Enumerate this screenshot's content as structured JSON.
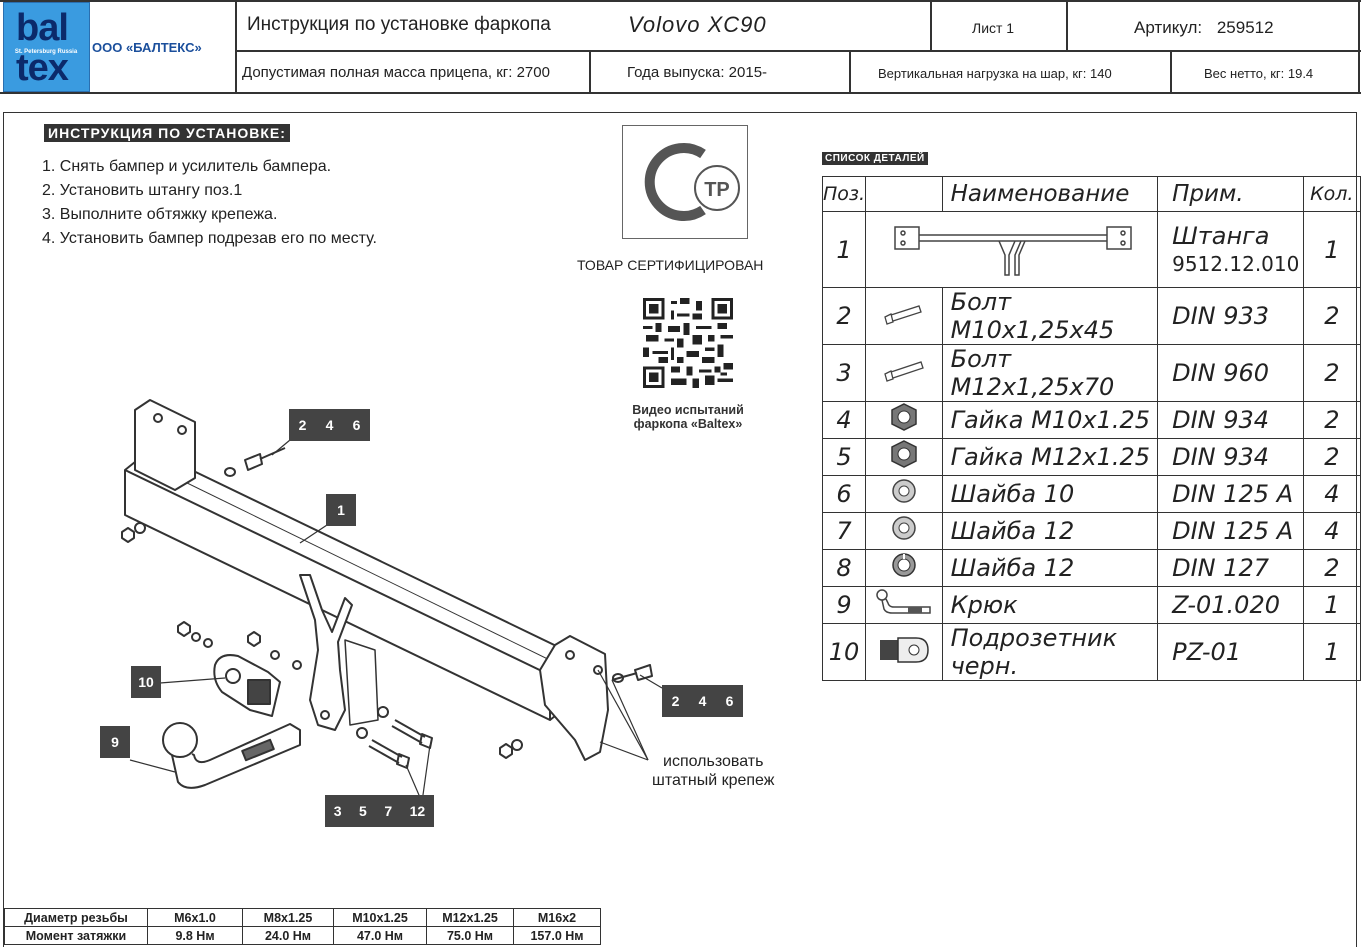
{
  "header": {
    "logo_top": "bal",
    "logo_mid": "St. Petersburg Russia",
    "logo_bottom": "tex",
    "company": "ООО «БАЛТЕКС»",
    "title": "Инструкция по установке фаркопа",
    "model": "Volovo XC90",
    "sheet": "Лист 1",
    "article_label": "Артикул:",
    "article_value": "259512",
    "max_mass": "Допустимая полная масса прицепа, кг: 2700",
    "year": "Года выпуска: 2015-",
    "vertical_load": "Вертикальная нагрузка на шар, кг: 140",
    "net_weight": "Вес нетто, кг: 19.4"
  },
  "instructions": {
    "title": "ИНСТРУКЦИЯ ПО УСТАНОВКЕ:",
    "steps": [
      "1. Снять бампер и усилитель бампера.",
      "2. Установить штангу поз.1",
      "3. Выполните обтяжку крепежа.",
      "4. Установить  бампер подрезав его по месту."
    ]
  },
  "certification": {
    "caption": "ТОВАР СЕРТИФИЦИРОВАН",
    "mark_letters": "ТР",
    "video_line1": "Видео испытаний",
    "video_line2": "фаркопа «Baltex»"
  },
  "parts": {
    "title": "СПИСОК ДЕТАЛЕЙ",
    "headers": {
      "pos": "Поз.",
      "name": "Наименование",
      "note": "Прим.",
      "qty": "Кол."
    },
    "rows": [
      {
        "pos": "1",
        "icon": "tow-bar-icon",
        "name": "",
        "note": "Штанга",
        "note2": "9512.12.010",
        "qty": "1"
      },
      {
        "pos": "2",
        "icon": "bolt-icon",
        "name": "Болт  М10х1,25х45",
        "note": "DIN 933",
        "qty": "2"
      },
      {
        "pos": "3",
        "icon": "bolt-icon",
        "name": "Болт  М12х1,25х70",
        "note": "DIN 960",
        "qty": "2"
      },
      {
        "pos": "4",
        "icon": "nut-icon",
        "name": "Гайка М10х1.25",
        "note": "DIN 934",
        "qty": "2"
      },
      {
        "pos": "5",
        "icon": "nut-icon",
        "name": "Гайка М12х1.25",
        "note": "DIN 934",
        "qty": "2"
      },
      {
        "pos": "6",
        "icon": "washer-icon",
        "name": "Шайба 10",
        "note": "DIN 125 A",
        "qty": "4"
      },
      {
        "pos": "7",
        "icon": "washer-icon",
        "name": "Шайба 12",
        "note": "DIN 125 A",
        "qty": "4"
      },
      {
        "pos": "8",
        "icon": "spring-washer-icon",
        "name": "Шайба 12",
        "note": "DIN 127",
        "qty": "2"
      },
      {
        "pos": "9",
        "icon": "hook-icon",
        "name": "Крюк",
        "note": "Z-01.020",
        "qty": "1"
      },
      {
        "pos": "10",
        "icon": "socket-bracket-icon",
        "name": "Подрозетник черн.",
        "note": "PZ-01",
        "qty": "1"
      }
    ]
  },
  "diagram": {
    "callout_top": [
      "2",
      "4",
      "6"
    ],
    "callout_right": [
      "2",
      "4",
      "6"
    ],
    "callout_bottom": [
      "3",
      "5",
      "7",
      "12"
    ],
    "callout_bar": "1",
    "callout_bracket": "10",
    "callout_hook": "9",
    "use_text_line1": "использовать",
    "use_text_line2": "штатный крепеж"
  },
  "torque": {
    "row1_label": "Диаметр резьбы",
    "row2_label": "Момент затяжки",
    "sizes": [
      "М6х1.0",
      "М8х1.25",
      "М10х1.25",
      "М12х1.25",
      "М16х2"
    ],
    "values": [
      "9.8 Нм",
      "24.0 Нм",
      "47.0 Нм",
      "75.0 Нм",
      "157.0  Нм"
    ]
  }
}
